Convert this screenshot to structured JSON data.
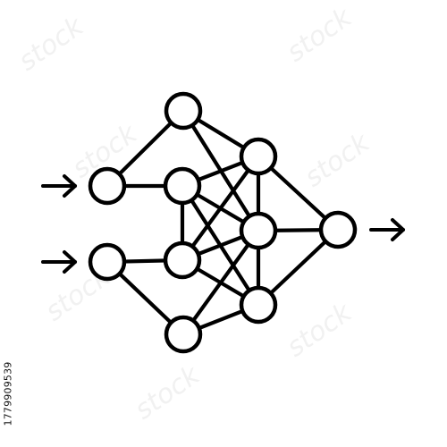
{
  "diagram": {
    "type": "neural-network-icon",
    "stroke_color": "#000000",
    "fill_color": "#ffffff",
    "nodes": [
      {
        "id": "in1",
        "layer": "input"
      },
      {
        "id": "in2",
        "layer": "input"
      },
      {
        "id": "h1a",
        "layer": "hidden-1"
      },
      {
        "id": "h1b",
        "layer": "hidden-1"
      },
      {
        "id": "h1c",
        "layer": "hidden-1"
      },
      {
        "id": "h1d",
        "layer": "hidden-1"
      },
      {
        "id": "h2a",
        "layer": "hidden-2"
      },
      {
        "id": "h2b",
        "layer": "hidden-2"
      },
      {
        "id": "h2c",
        "layer": "hidden-2"
      },
      {
        "id": "out",
        "layer": "output"
      }
    ],
    "edges": [
      [
        "in1",
        "h1a"
      ],
      [
        "in1",
        "h1b"
      ],
      [
        "in2",
        "h1c"
      ],
      [
        "in2",
        "h1d"
      ],
      [
        "h1a",
        "h2a"
      ],
      [
        "h1a",
        "h2b"
      ],
      [
        "h1b",
        "h2a"
      ],
      [
        "h1b",
        "h2b"
      ],
      [
        "h1b",
        "h1c"
      ],
      [
        "h1b",
        "h2c"
      ],
      [
        "h1c",
        "h2b"
      ],
      [
        "h1c",
        "h2c"
      ],
      [
        "h1c",
        "h2a"
      ],
      [
        "h1d",
        "h2b"
      ],
      [
        "h1d",
        "h2c"
      ],
      [
        "h2a",
        "h2b"
      ],
      [
        "h2b",
        "h2c"
      ],
      [
        "h2a",
        "out"
      ],
      [
        "h2b",
        "out"
      ],
      [
        "h2c",
        "out"
      ]
    ],
    "arrows": [
      {
        "name": "input-arrow-1",
        "direction": "right"
      },
      {
        "name": "input-arrow-2",
        "direction": "right"
      },
      {
        "name": "output-arrow",
        "direction": "right"
      }
    ]
  },
  "stock_id": "1779909539"
}
